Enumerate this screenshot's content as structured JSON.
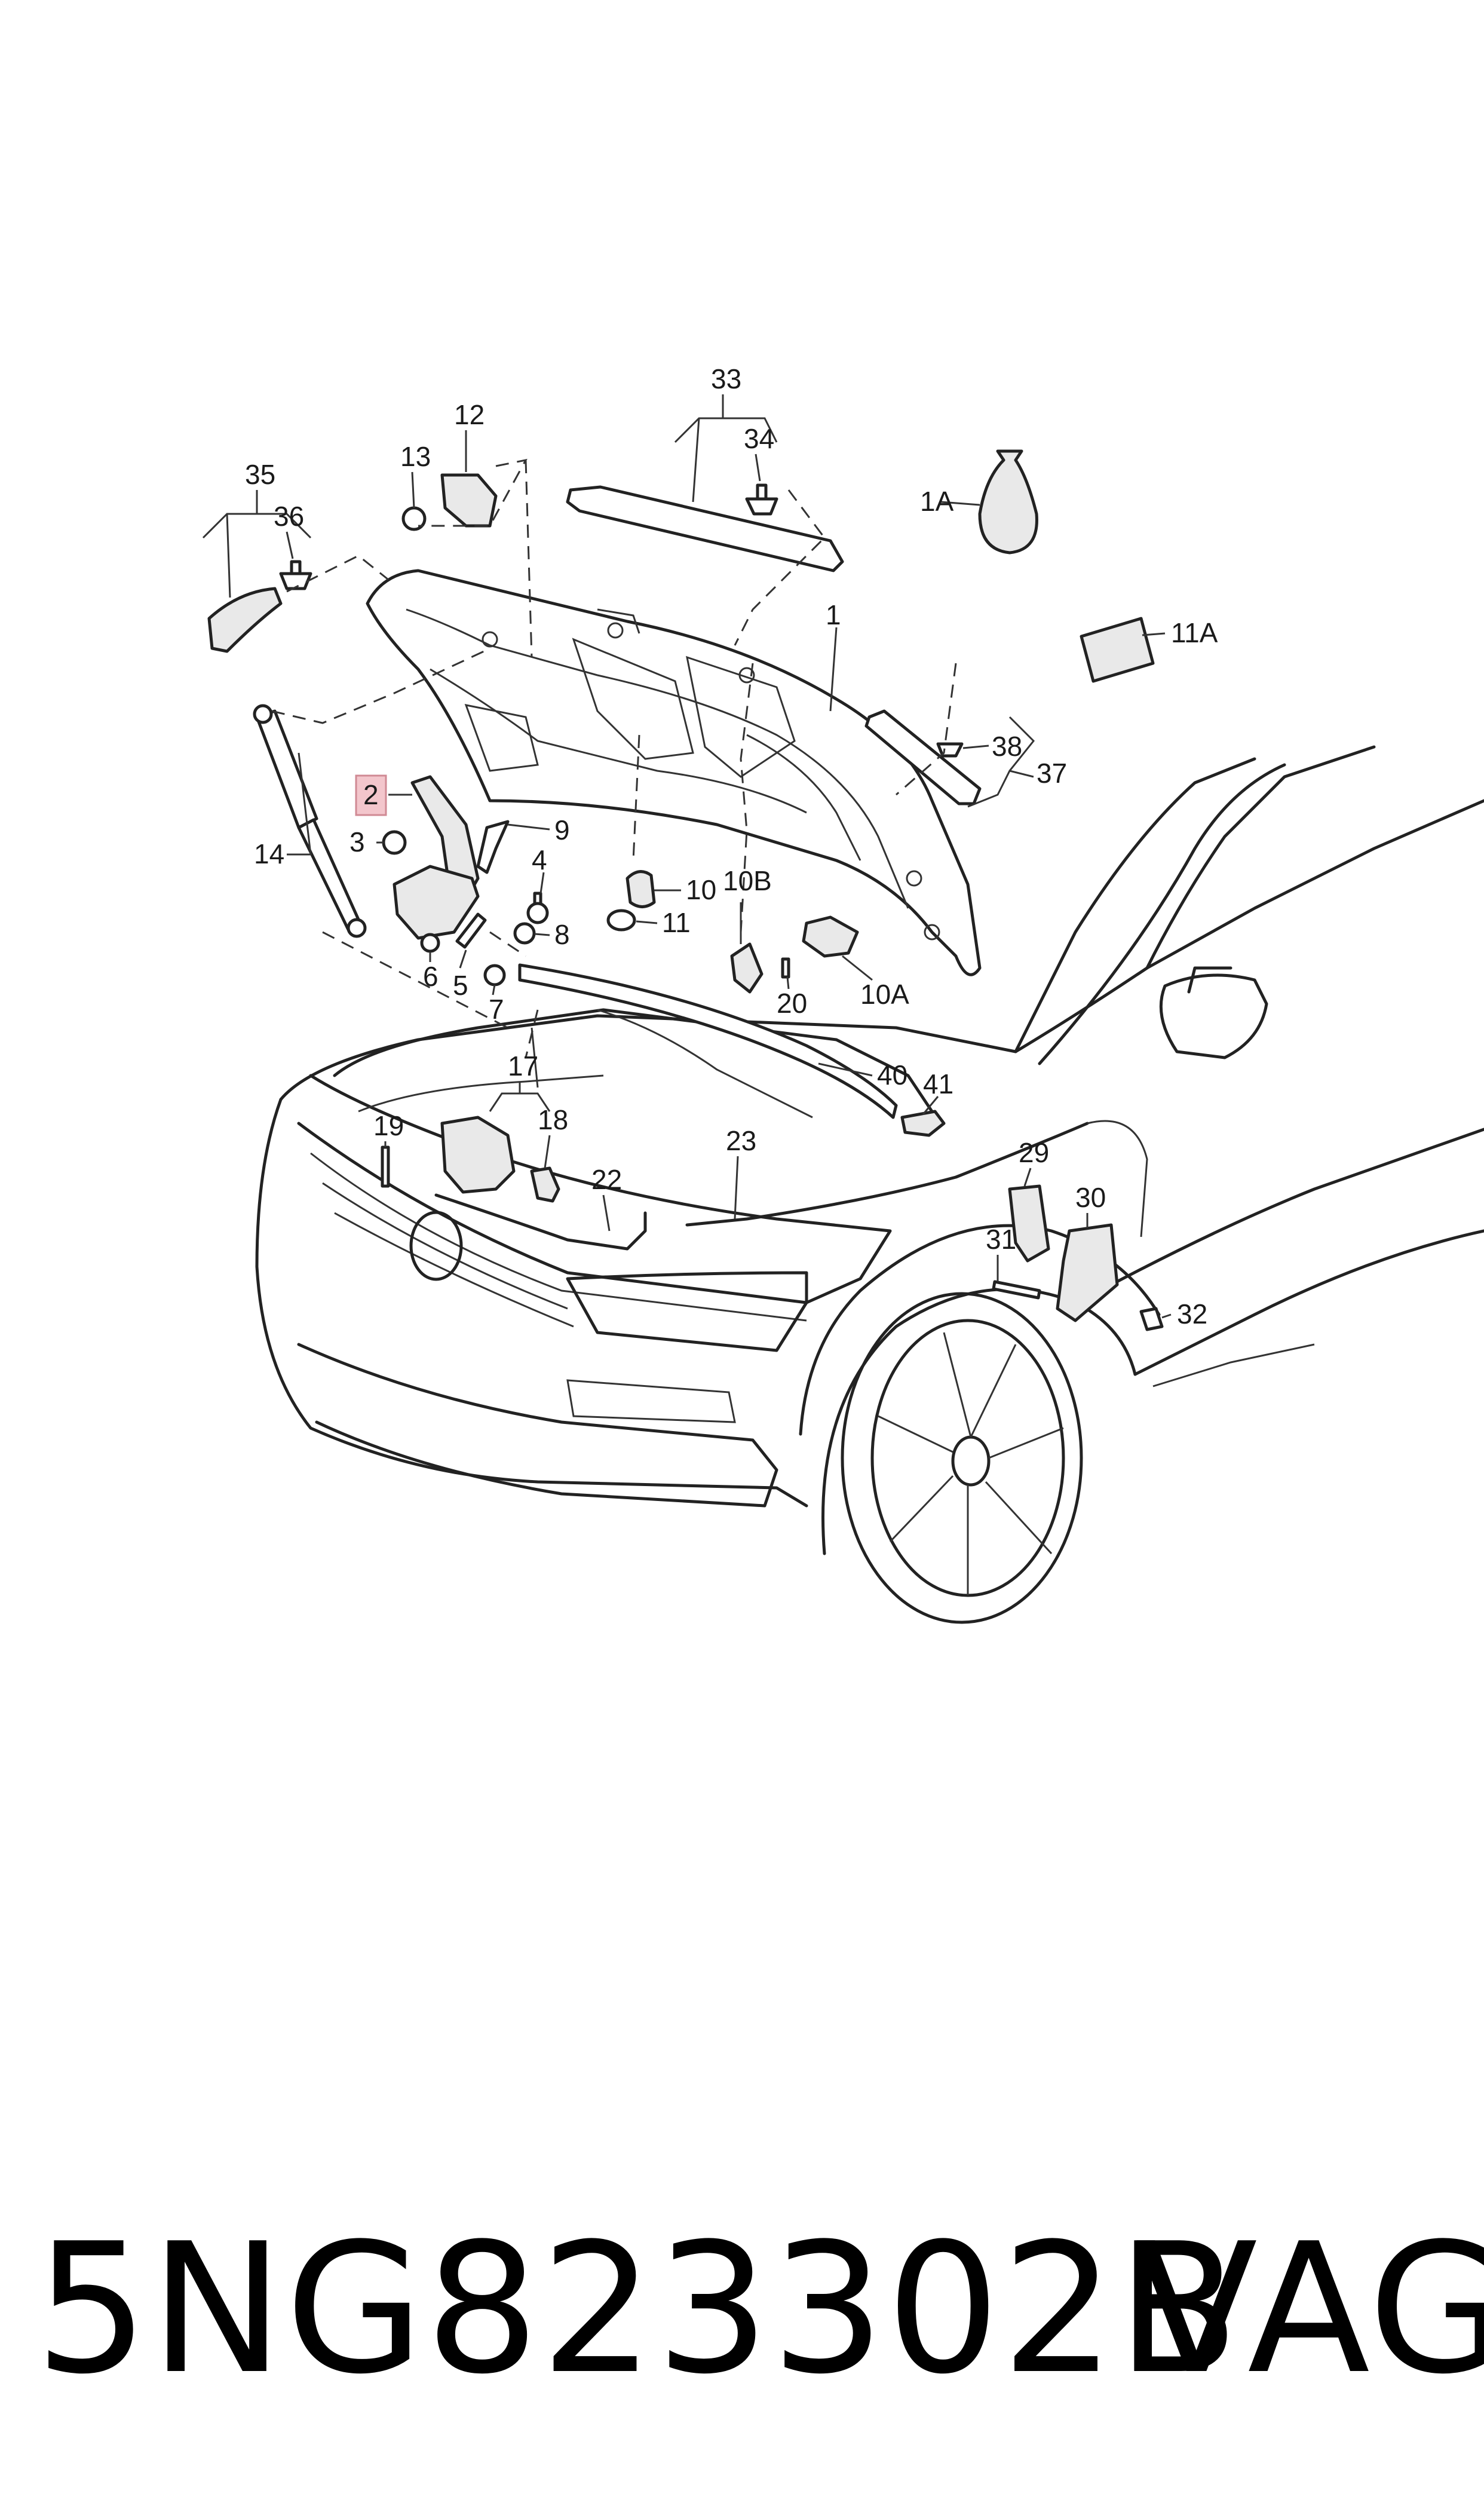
{
  "footer": {
    "part_number": "5NG823302B",
    "brand": "VAG"
  },
  "highlight_color": "#f3c6cc",
  "callouts": {
    "c1": "1",
    "c1A": "1A",
    "c2": "2",
    "c3": "3",
    "c4": "4",
    "c5": "5",
    "c6": "6",
    "c7": "7",
    "c8": "8",
    "c9": "9",
    "c10": "10",
    "c10A": "10A",
    "c10B": "10B",
    "c11": "11",
    "c11A": "11A",
    "c12": "12",
    "c13": "13",
    "c14": "14",
    "c17": "17",
    "c18": "18",
    "c19": "19",
    "c20": "20",
    "c22": "22",
    "c23": "23",
    "c29": "29",
    "c30": "30",
    "c31": "31",
    "c32": "32",
    "c33": "33",
    "c34": "34",
    "c35": "35",
    "c36": "36",
    "c37": "37",
    "c38": "38",
    "c40": "40",
    "c41": "41"
  }
}
